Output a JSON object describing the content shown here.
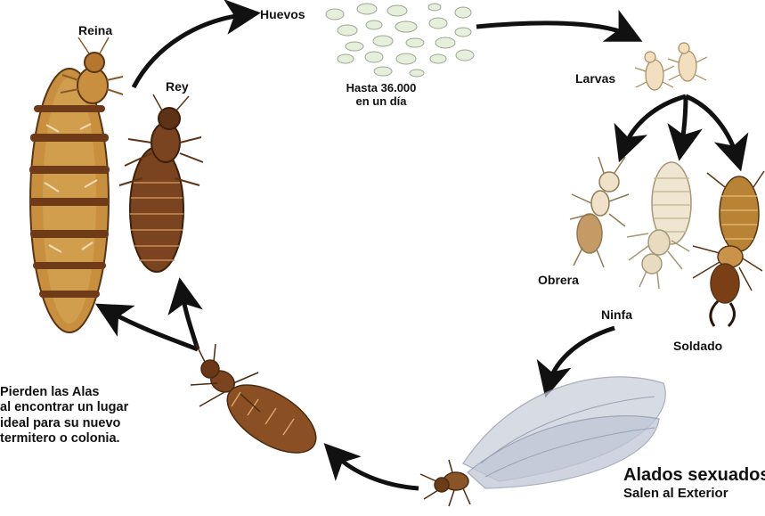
{
  "labels": {
    "reina": "Reina",
    "rey": "Rey",
    "huevos": "Huevos",
    "huevos_note_line1": "Hasta 36.000",
    "huevos_note_line2": "en un día",
    "larvas": "Larvas",
    "obrera": "Obrera",
    "ninfa": "Ninfa",
    "soldado": "Soldado",
    "alados_line1": "Alados sexuados",
    "alados_line2": "Salen al Exterior",
    "pierden_line1": "Pierden las Alas",
    "pierden_line2": "al encontrar un lugar",
    "pierden_line3": "ideal para su nuevo",
    "pierden_line4": "termitero o colonia."
  },
  "colors": {
    "queen_body": "#c8903e",
    "queen_band": "#6e3a18",
    "king_body": "#7a4420",
    "egg_fill": "#e6eedc",
    "arrow": "#111111",
    "soldier_head": "#7a3f15",
    "soldier_body": "#b98335",
    "wing": "#c9cfdc"
  }
}
